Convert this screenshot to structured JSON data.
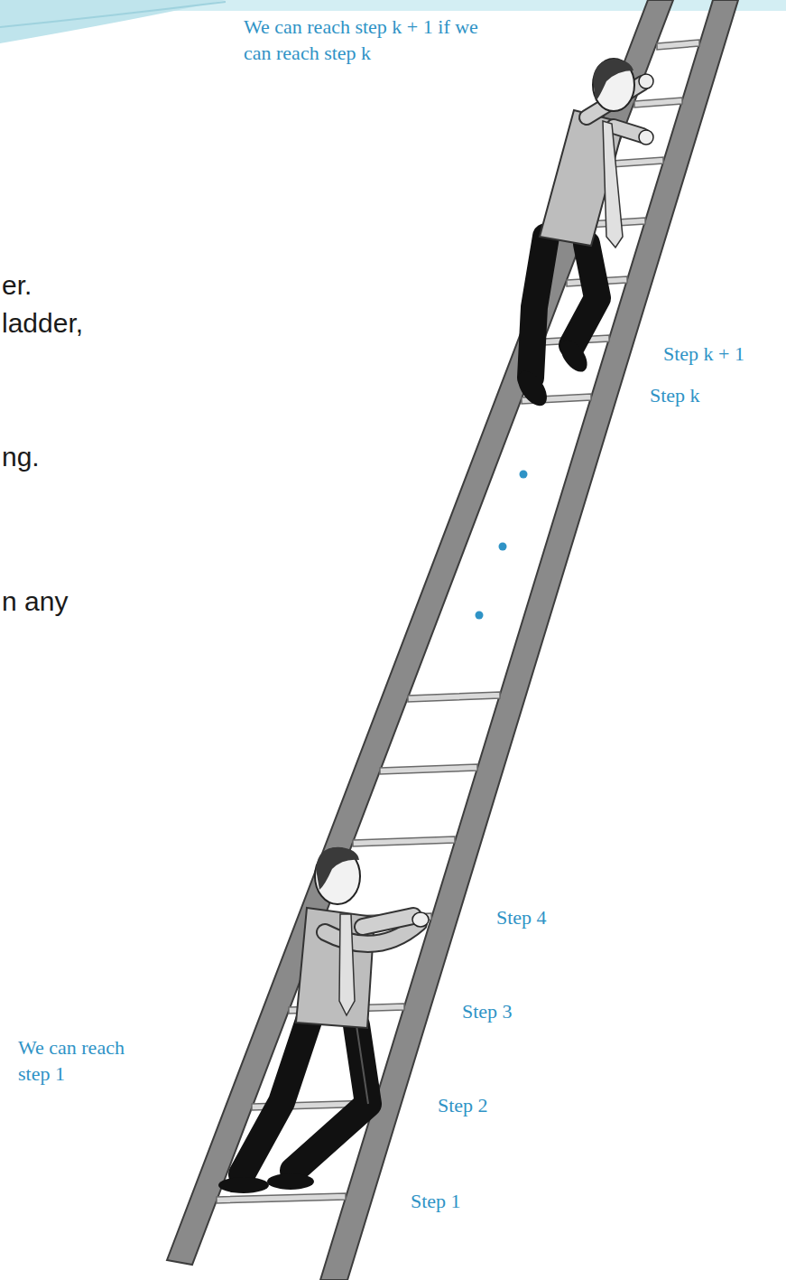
{
  "diagram": {
    "labels": [
      "We can reach step k + 1 if we can reach step k",
      "er.",
      "ladder,",
      "Step k + 1",
      "Step k",
      "ng.",
      "n any",
      "Step 4",
      "Step 3",
      "We can reach step 1",
      "Step 2",
      "Step 1"
    ]
  }
}
